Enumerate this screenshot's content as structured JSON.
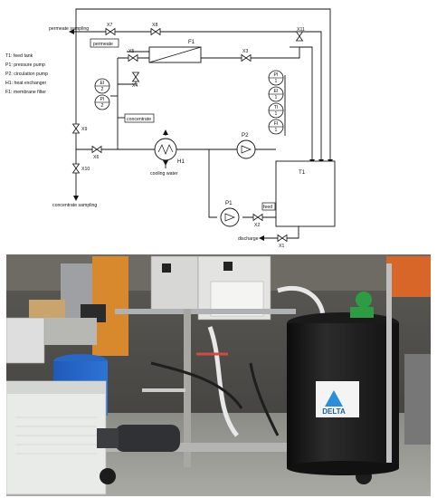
{
  "legend": [
    "T1: feed tank",
    "P1: pressure pump",
    "P2: circulation pump",
    "H1: heat exchanger",
    "F1: membrane filter"
  ],
  "labels": {
    "permeate_sampling": "permeate sampling",
    "concentrate_sampling": "concentrate sampling",
    "discharge": "discharge",
    "cooling_water": "cooling water",
    "permeate_box": "permeate",
    "concentrate_box": "concentrate",
    "feed_box": "feed",
    "f1": "F1",
    "t1": "T1",
    "p1": "P1",
    "p2": "P2",
    "h1": "H1"
  },
  "valves": {
    "x1": "X1",
    "x2": "X2",
    "x3": "X3",
    "x4": "X4",
    "x5": "X5",
    "x6": "X6",
    "x7": "X7",
    "x8": "X8",
    "x9": "X9",
    "x10": "X10",
    "x11": "X11"
  },
  "instruments": [
    {
      "tag": "EI",
      "num": "2"
    },
    {
      "tag": "PI",
      "num": "2"
    },
    {
      "tag": "PI",
      "num": "1"
    },
    {
      "tag": "EI",
      "num": "1"
    },
    {
      "tag": "TI",
      "num": "1"
    },
    {
      "tag": "FI",
      "num": "1"
    }
  ],
  "photo": {
    "tank_logo": "DELTA"
  }
}
